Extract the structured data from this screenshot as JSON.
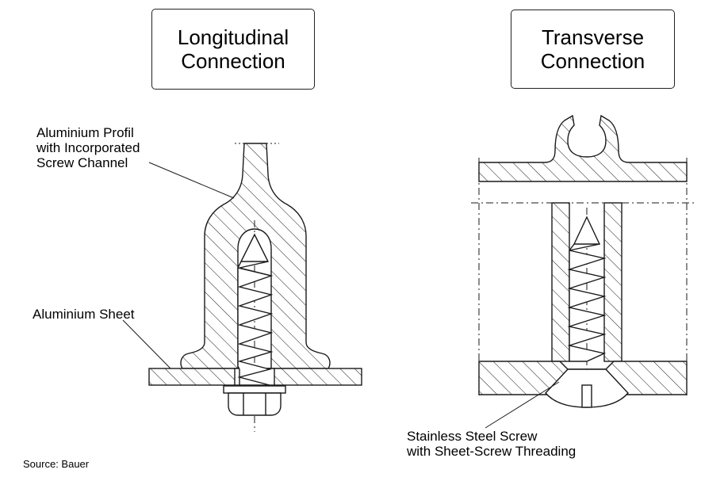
{
  "titles": {
    "left": {
      "line1": "Longitudinal",
      "line2": "Connection"
    },
    "right": {
      "line1": "Transverse",
      "line2": "Connection"
    }
  },
  "labels": {
    "profil": {
      "line1": "Aluminium Profil",
      "line2": "with Incorporated",
      "line3": "Screw Channel"
    },
    "sheet": "Aluminium Sheet",
    "screw": {
      "line1": "Stainless Steel Screw",
      "line2": "with Sheet-Screw Threading"
    }
  },
  "source": "Source: Bauer",
  "colors": {
    "stroke": "#1a1a1a",
    "background": "#ffffff"
  }
}
